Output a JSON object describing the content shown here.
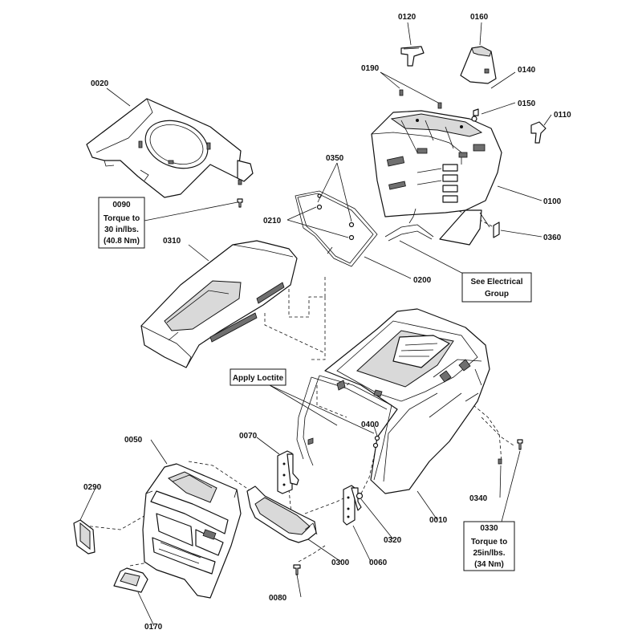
{
  "parts": {
    "p0010": "0010",
    "p0020": "0020",
    "p0050": "0050",
    "p0060": "0060",
    "p0070": "0070",
    "p0080": "0080",
    "p0100": "0100",
    "p0110": "0110",
    "p0120": "0120",
    "p0140": "0140",
    "p0150": "0150",
    "p0160": "0160",
    "p0170": "0170",
    "p0190": "0190",
    "p0200": "0200",
    "p0210": "0210",
    "p0290": "0290",
    "p0300": "0300",
    "p0310": "0310",
    "p0320": "0320",
    "p0340": "0340",
    "p0350": "0350",
    "p0360": "0360",
    "p0400": "0400"
  },
  "callouts": {
    "c0090": {
      "part": "0090",
      "line1": "Torque to",
      "line2": "30 in/lbs.",
      "line3": "(40.8 Nm)"
    },
    "c0330": {
      "part": "0330",
      "line1": "Torque to",
      "line2": "25in/lbs.",
      "line3": "(34 Nm)"
    },
    "electrical": {
      "line1": "See Electrical",
      "line2": "Group"
    },
    "loctite": {
      "line1": "Apply Loctite"
    }
  }
}
